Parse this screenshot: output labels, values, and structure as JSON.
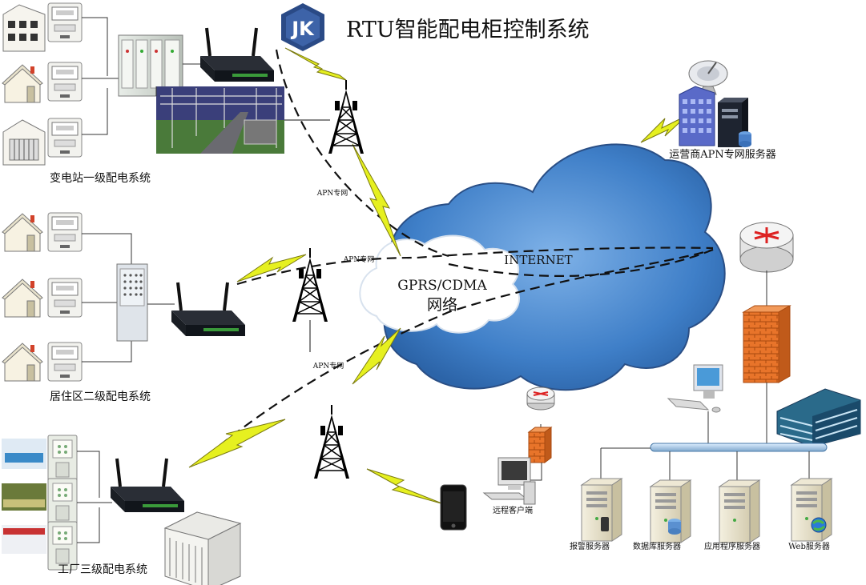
{
  "title": "RTU智能配电柜控制系统",
  "logo_letters": "JK",
  "sections": {
    "substation": "变电站一级配电系统",
    "residential": "居住区二级配电系统",
    "factory": "工厂三级配电系统"
  },
  "network": {
    "cloud_label_line1": "GPRS/CDMA",
    "cloud_label_line2": "网络",
    "internet": "INTERNET",
    "apn_link_1": "APN专网",
    "apn_link_2": "APN专网",
    "apn_link_3": "APN专网"
  },
  "operator_server": "运营商APN专网服务器",
  "remote_client": "远程客户端",
  "servers": [
    {
      "label": "报警服务器"
    },
    {
      "label": "数据库服务器"
    },
    {
      "label": "应用程序服务器"
    },
    {
      "label": "Web服务器"
    }
  ],
  "colors": {
    "cloud": "#3f7fc8",
    "cloud_light": "#ffffff",
    "lightning": "#e6f020",
    "router": "#1b2430",
    "firewall": "#e8742a",
    "logo": "#2a4a86"
  }
}
